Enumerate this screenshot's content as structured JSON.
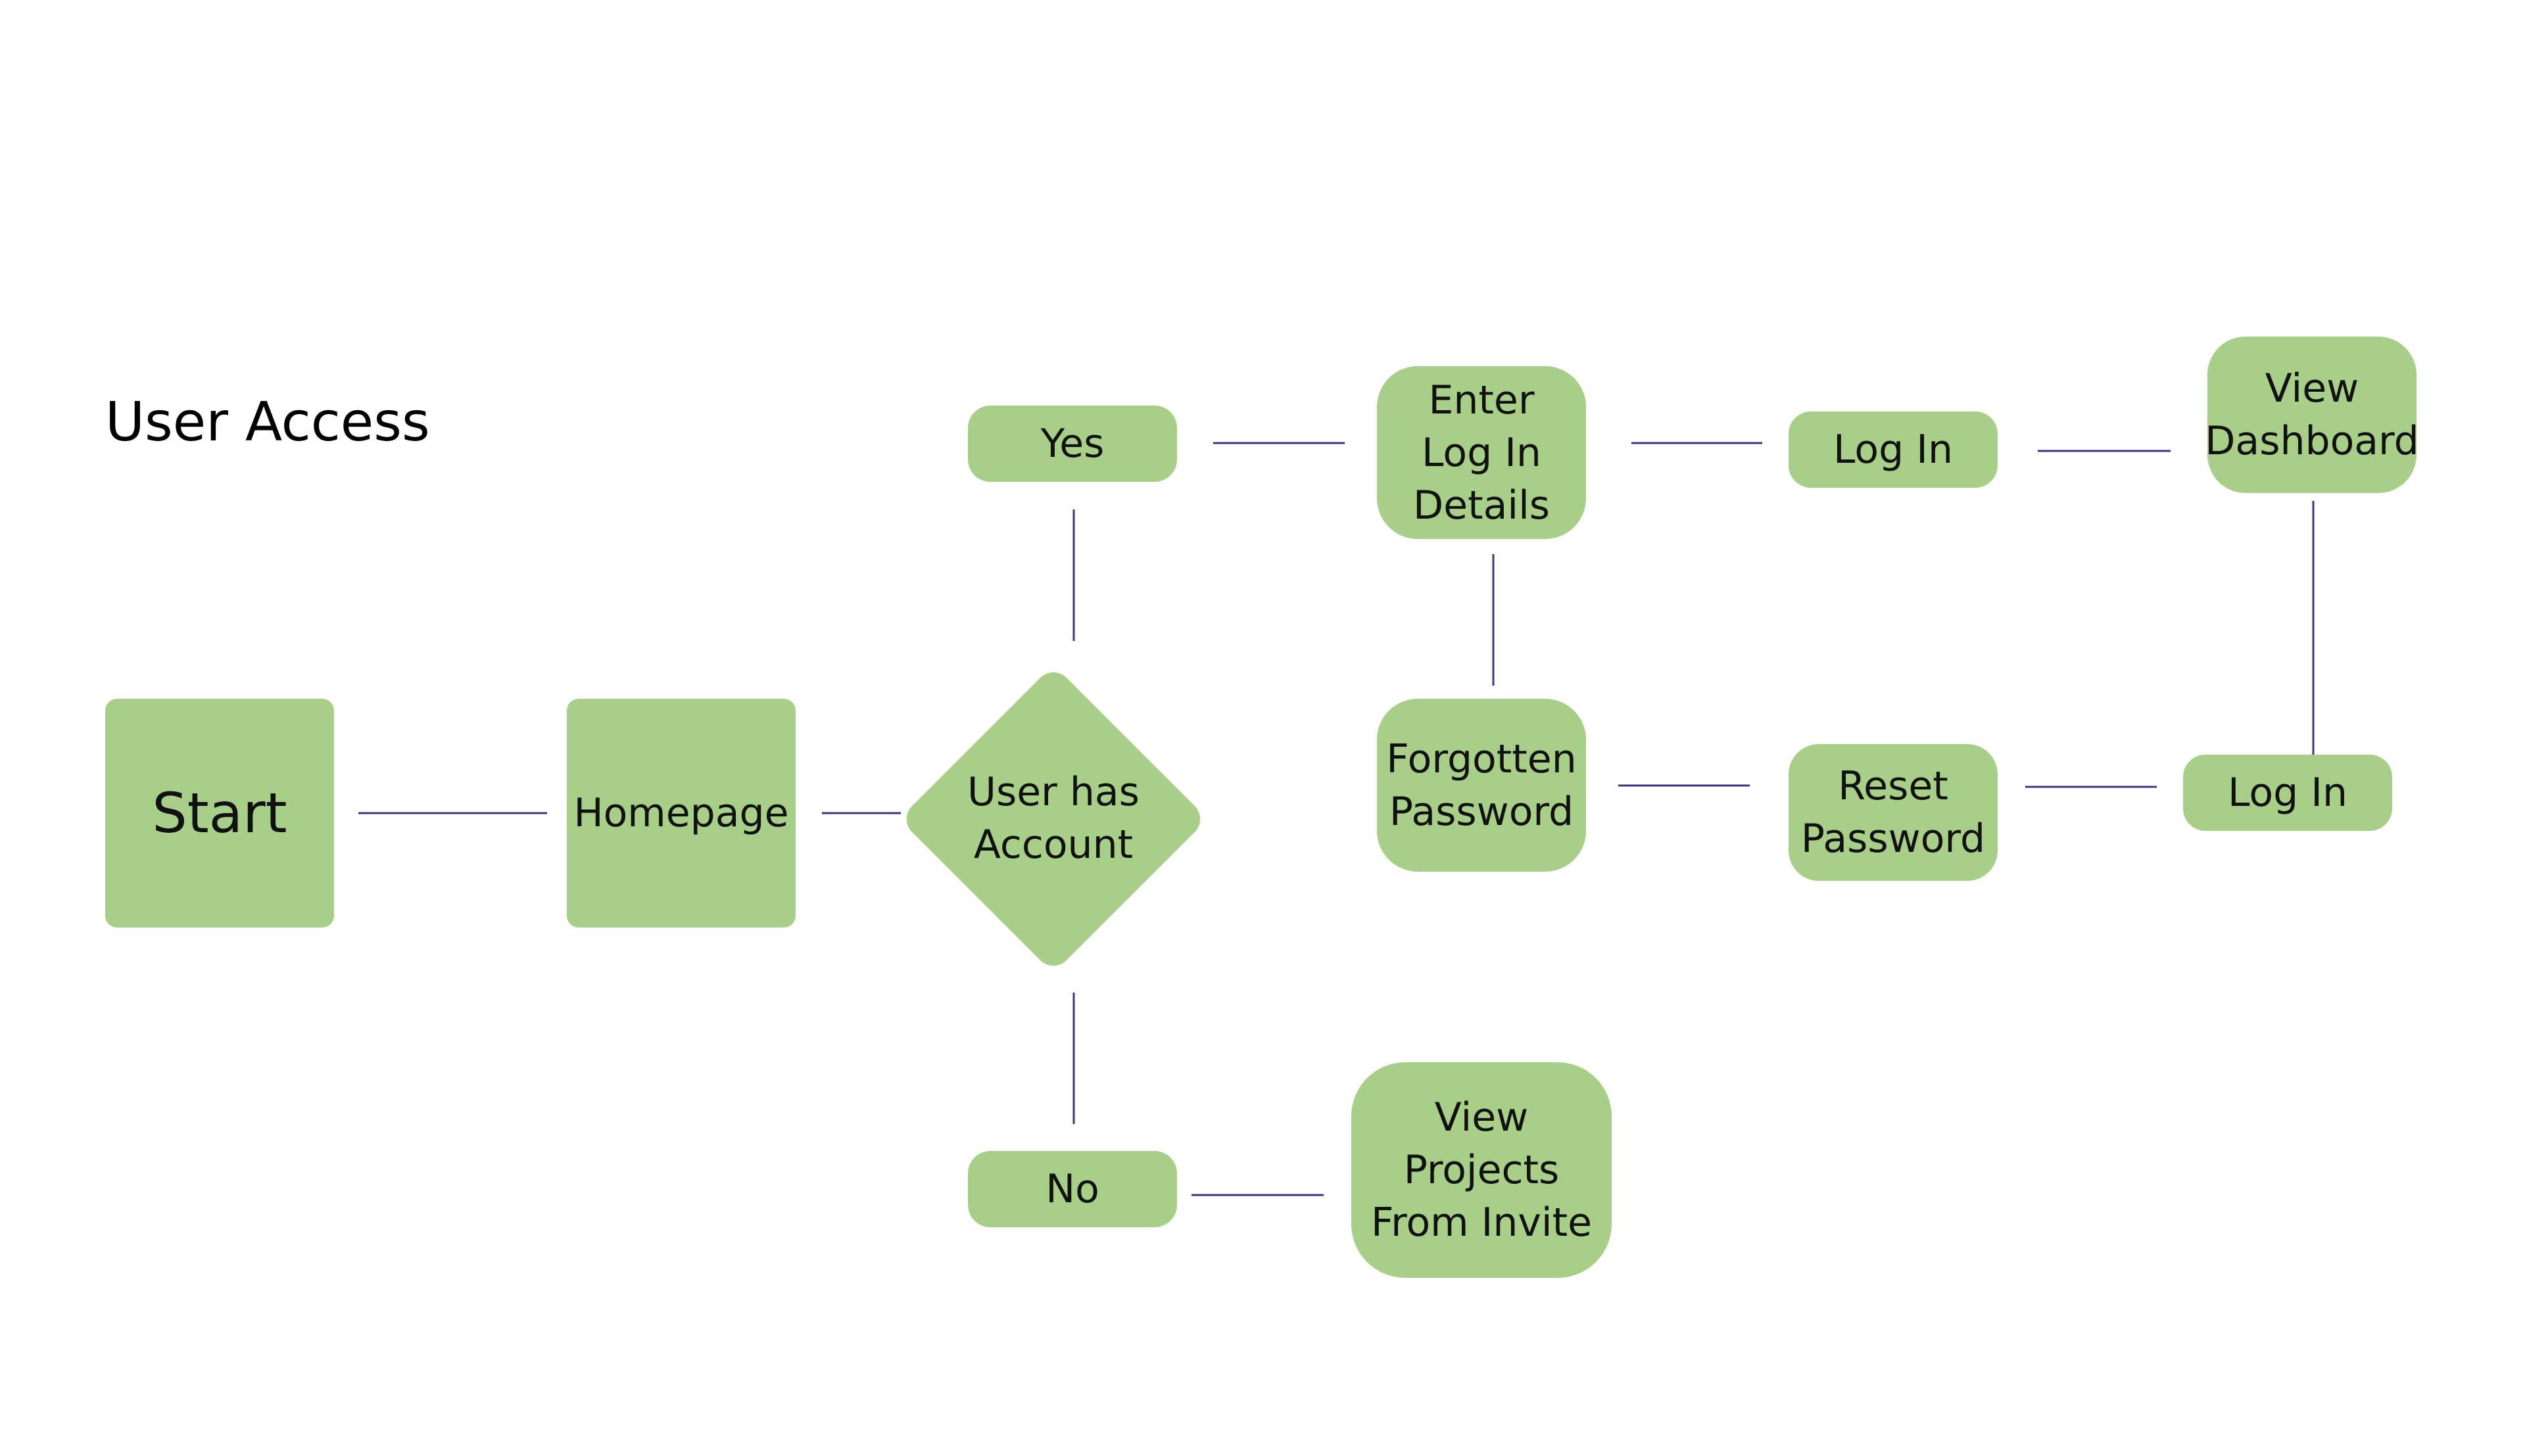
{
  "title": "User Access",
  "nodes": {
    "start": "Start",
    "homepage": "Homepage",
    "decision": "User has\nAccount",
    "yes": "Yes",
    "no": "No",
    "enter_details": "Enter\nLog In\nDetails",
    "forgotten_password": "Forgotten\nPassword",
    "view_projects": "View Projects\nFrom Invite",
    "log_in_top": "Log In",
    "reset_password": "Reset\nPassword",
    "view_dashboard": "View\nDashboard",
    "log_in_bottom": "Log In"
  },
  "colors": {
    "node_fill": "#a7cf87",
    "connector": "#3b348a"
  }
}
